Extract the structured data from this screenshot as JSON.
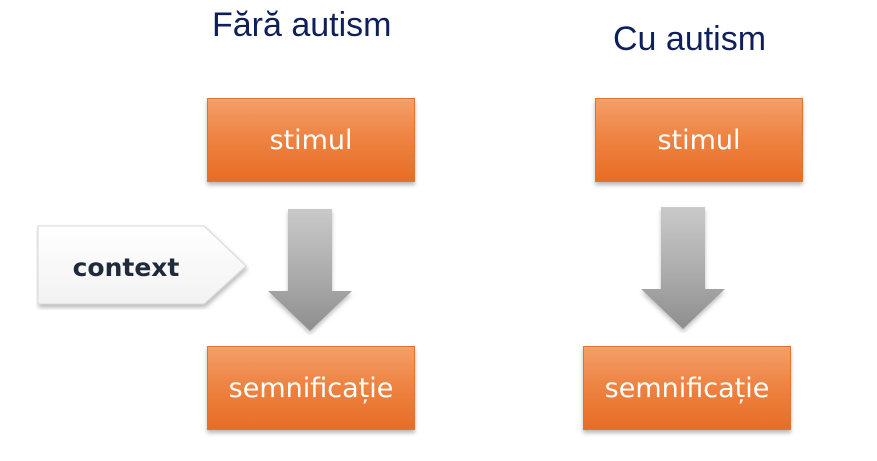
{
  "left_column": {
    "title": "Fără autism",
    "top_box": "stimul",
    "bottom_box": "semnificație"
  },
  "right_column": {
    "title": "Cu autism",
    "top_box": "stimul",
    "bottom_box": "semnificație"
  },
  "context_label": "context",
  "colors": {
    "title": "#0f1f5c",
    "box_orange": "#ee8444",
    "arrow_gray": "#a6a6a6",
    "context_text": "#1f2a3a"
  }
}
